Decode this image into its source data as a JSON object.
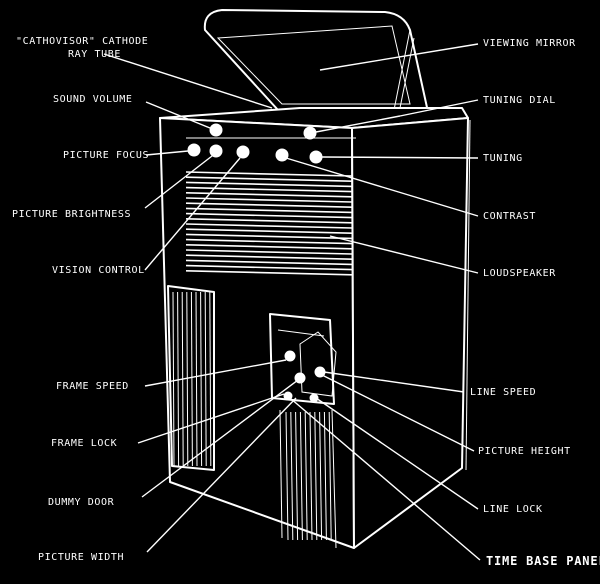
{
  "labels": {
    "cathovisor_1": "\"CATHOVISOR\" CATHODE",
    "cathovisor_2": "RAY TUBE",
    "sound_volume": "SOUND VOLUME",
    "picture_focus": "PICTURE FOCUS",
    "picture_brightness": "PICTURE BRIGHTNESS",
    "vision_control": "VISION CONTROL",
    "frame_speed": "FRAME SPEED",
    "frame_lock": "FRAME LOCK",
    "dummy_door": "DUMMY DOOR",
    "picture_width": "PICTURE WIDTH",
    "viewing_mirror": "VIEWING MIRROR",
    "tuning_dial": "TUNING DIAL",
    "tuning": "TUNING",
    "contrast": "CONTRAST",
    "loudspeaker": "LOUDSPEAKER",
    "line_speed": "LINE SPEED",
    "picture_height": "PICTURE HEIGHT",
    "line_lock": "LINE LOCK",
    "time_base_panel": "TIME BASE PANEL"
  }
}
